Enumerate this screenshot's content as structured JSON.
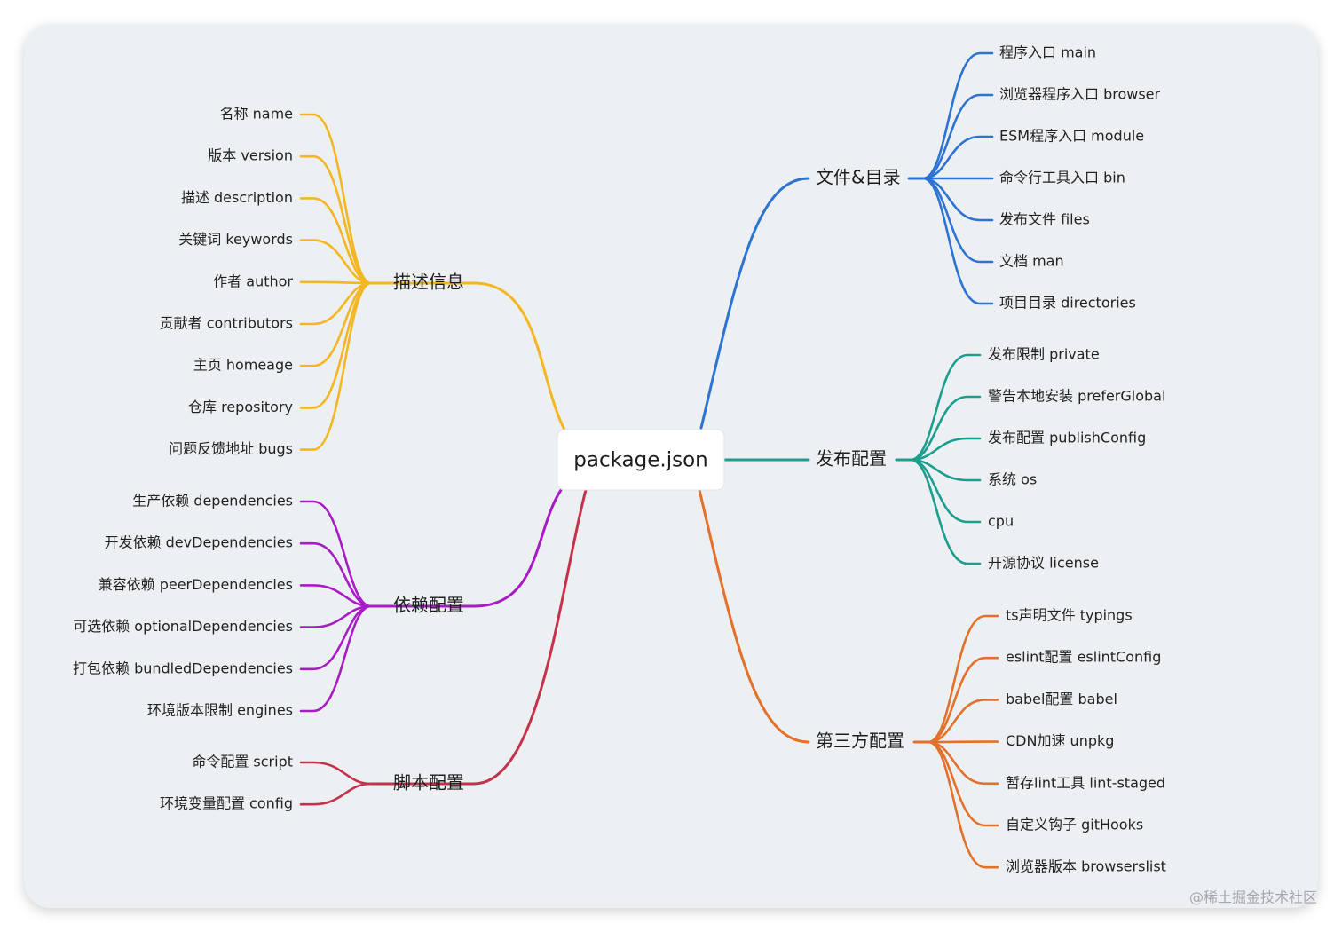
{
  "root": "package.json",
  "watermark": "@稀土掘金技术社区",
  "branches": [
    {
      "id": "describe",
      "label": "描述信息",
      "color": "#f4b622",
      "side": "left",
      "children": [
        "名称 name",
        "版本 version",
        "描述 description",
        "关键词 keywords",
        "作者 author",
        "贡献者 contributors",
        "主页 homeage",
        "仓库 repository",
        "问题反馈地址 bugs"
      ]
    },
    {
      "id": "deps",
      "label": "依赖配置",
      "color": "#a81cc6",
      "side": "left",
      "children": [
        "生产依赖 dependencies",
        "开发依赖 devDependencies",
        "兼容依赖 peerDependencies",
        "可选依赖 optionalDependencies",
        "打包依赖 bundledDependencies",
        "环境版本限制 engines"
      ]
    },
    {
      "id": "scripts",
      "label": "脚本配置",
      "color": "#c4334a",
      "side": "left",
      "children": [
        "命令配置 script",
        "环境变量配置 config"
      ]
    },
    {
      "id": "files",
      "label": "文件&目录",
      "color": "#2d73d2",
      "side": "right",
      "children": [
        "程序入口 main",
        "浏览器程序入口 browser",
        "ESM程序入口 module",
        "命令行工具入口 bin",
        "发布文件 files",
        "文档 man",
        "项目目录 directories"
      ]
    },
    {
      "id": "publish",
      "label": "发布配置",
      "color": "#1b9e8f",
      "side": "right",
      "children": [
        "发布限制 private",
        "警告本地安装 preferGlobal",
        "发布配置 publishConfig",
        "系统 os",
        "cpu",
        "开源协议 license"
      ]
    },
    {
      "id": "thirdparty",
      "label": "第三方配置",
      "color": "#e4712a",
      "side": "right",
      "children": [
        "ts声明文件 typings",
        "eslint配置 eslintConfig",
        "babel配置 babel",
        "CDN加速 unpkg",
        "暂存lint工具 lint-staged",
        "自定义钩子 gitHooks",
        "浏览器版本 browserslist"
      ]
    }
  ]
}
